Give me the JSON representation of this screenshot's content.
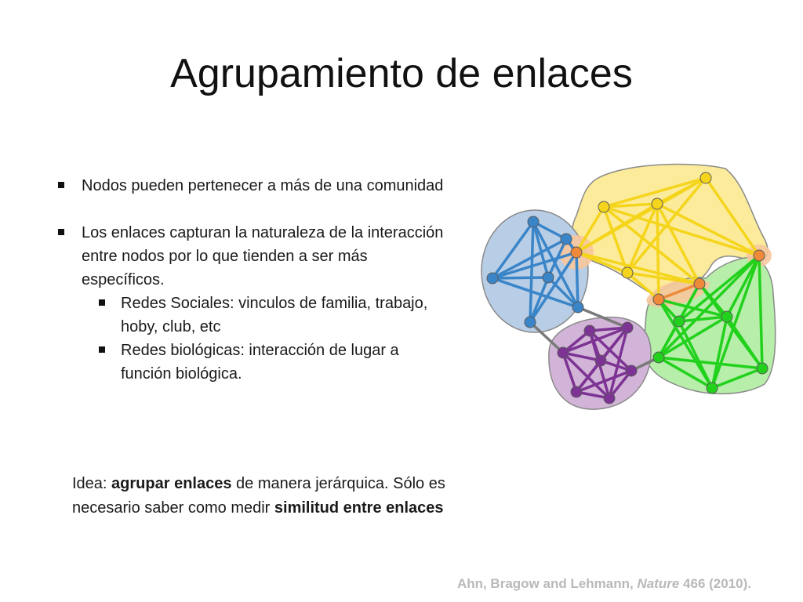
{
  "slide": {
    "title": "Agrupamiento de enlaces",
    "bullets": [
      {
        "level": 1,
        "text": "Nodos pueden pertenecer a más de una comunidad"
      },
      {
        "level": 1,
        "text": "Los enlaces capturan la naturaleza de la interacción entre nodos por lo que tienden a ser más específicos."
      },
      {
        "level": 2,
        "text": "Redes Sociales: vinculos de familia, trabajo, hoby, club, etc"
      },
      {
        "level": 2,
        "text": "Redes biológicas: interacción de lugar a función biológica."
      }
    ],
    "idea": {
      "p1": "Idea: ",
      "b1": "agrupar enlaces",
      "p2": " de manera jerárquica. Sólo es necesario saber como medir ",
      "b2": "similitud entre enlaces"
    },
    "citation": {
      "authors": "Ahn, Bragow and Lehmann, ",
      "journal": "Nature",
      "ref": " 466 (2010)."
    }
  },
  "network": {
    "colors": {
      "blue": "#3a85c8",
      "blue_fill": "#b8cde6",
      "yellow": "#f5d51c",
      "yellow_fill": "#fbeb9a",
      "purple": "#7d3393",
      "purple_fill": "#d2b4d8",
      "green": "#22d11c",
      "green_fill": "#b6eeaa",
      "orange": "#ee8a3a",
      "orange_fill": "#f7c79c",
      "gray": "#7a7a7a",
      "outline": "#8a8a8a"
    },
    "legend_icon": "network-diagram"
  }
}
